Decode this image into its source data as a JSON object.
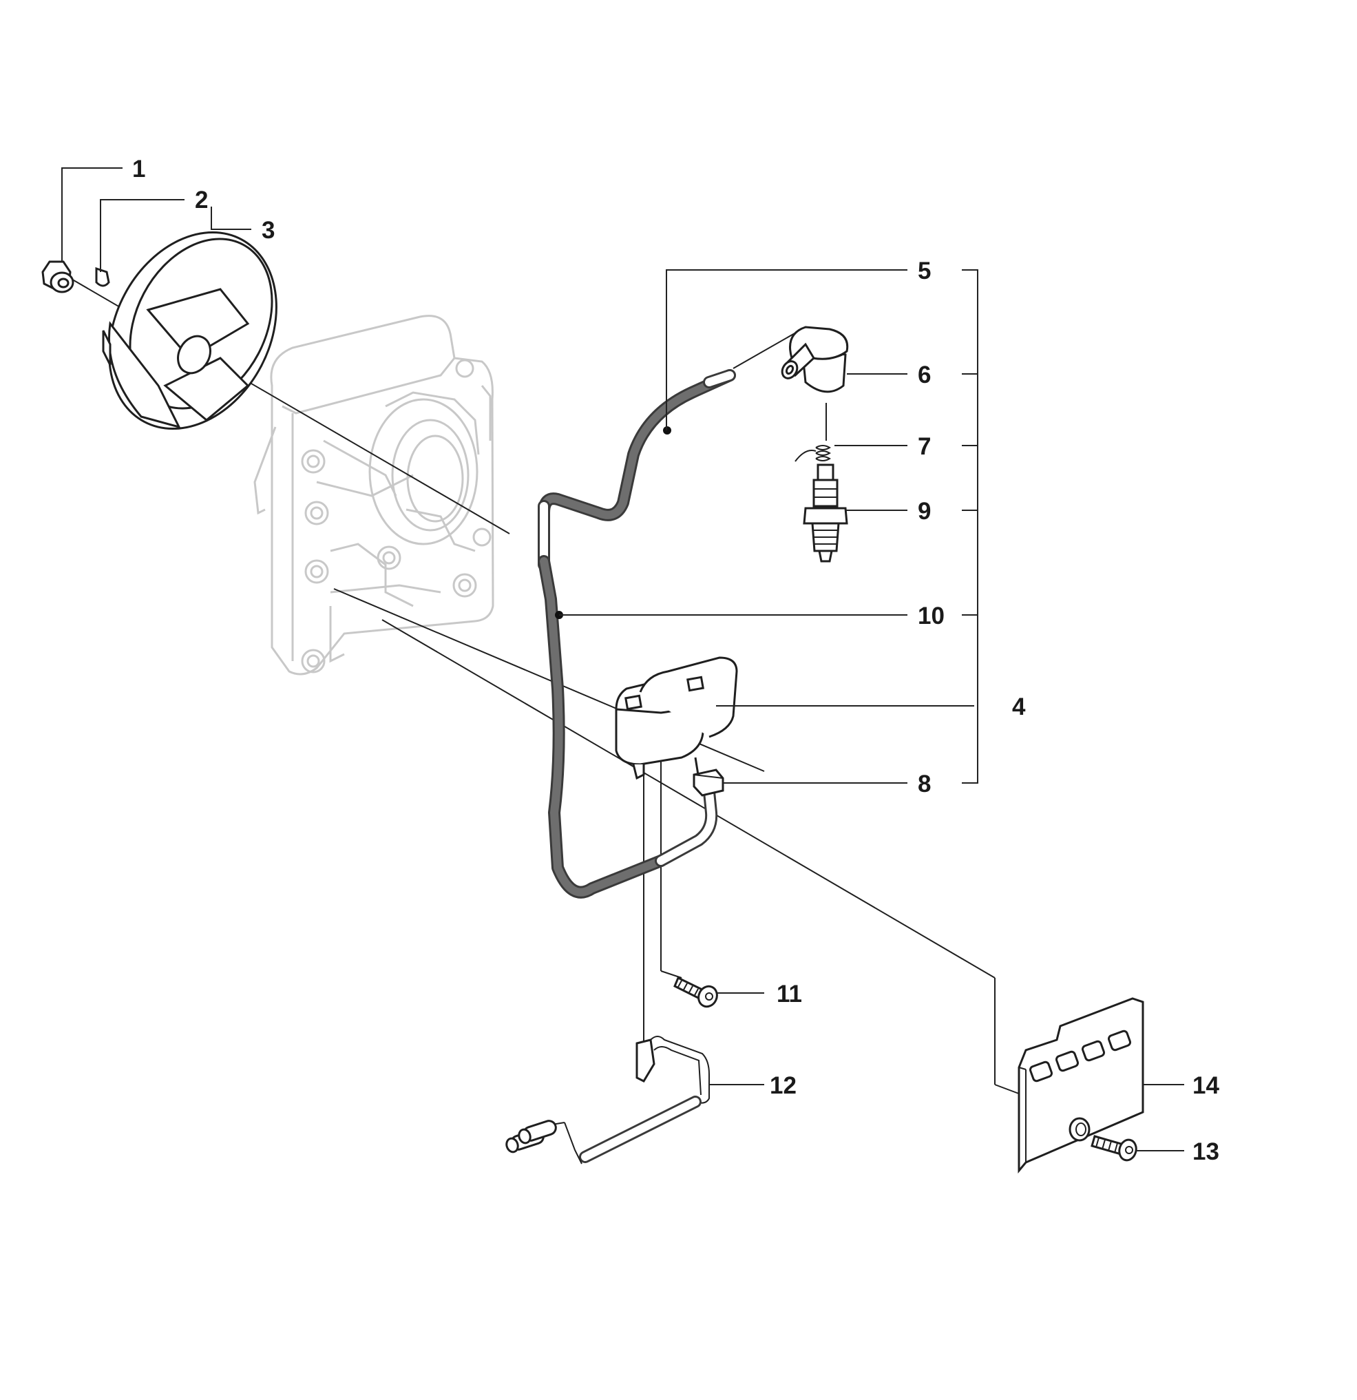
{
  "callouts": {
    "c1": "1",
    "c2": "2",
    "c3": "3",
    "c4": "4",
    "c5": "5",
    "c6": "6",
    "c7": "7",
    "c8": "8",
    "c9": "9",
    "c10": "10",
    "c11": "11",
    "c12": "12",
    "c13": "13",
    "c14": "14"
  },
  "parts": [
    {
      "ref": "1",
      "icon": "flange-nut-icon"
    },
    {
      "ref": "2",
      "icon": "woodruff-key-icon"
    },
    {
      "ref": "3",
      "icon": "flywheel-icon"
    },
    {
      "ref": "4",
      "icon": "ignition-module-icon"
    },
    {
      "ref": "5",
      "icon": "ignition-kit-bracket"
    },
    {
      "ref": "6",
      "icon": "spark-plug-cap-icon"
    },
    {
      "ref": "7",
      "icon": "spring-icon"
    },
    {
      "ref": "8",
      "icon": "clamp-icon"
    },
    {
      "ref": "9",
      "icon": "spark-plug-icon"
    },
    {
      "ref": "10",
      "icon": "ignition-cable-icon"
    },
    {
      "ref": "11",
      "icon": "screw-icon"
    },
    {
      "ref": "12",
      "icon": "short-circuit-cable-icon"
    },
    {
      "ref": "13",
      "icon": "screw-icon"
    },
    {
      "ref": "14",
      "icon": "cover-plate-icon"
    }
  ]
}
